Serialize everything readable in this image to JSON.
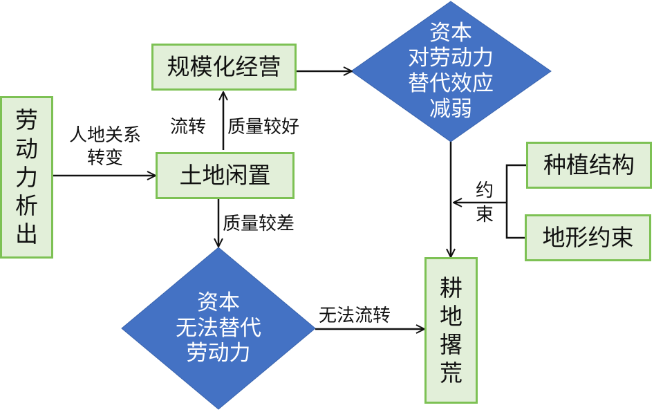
{
  "nodes": {
    "labor_outflow": {
      "label": "劳动力析出",
      "chars": [
        "劳",
        "动",
        "力",
        "析",
        "出"
      ]
    },
    "scale_operation": {
      "label": "规模化经营"
    },
    "land_idle": {
      "label": "土地闲置"
    },
    "capital_weakened": {
      "lines": [
        "资本",
        "对劳动力",
        "替代效应",
        "减弱"
      ]
    },
    "capital_cannot_replace": {
      "lines": [
        "资本",
        "无法替代",
        "劳动力"
      ]
    },
    "planting_structure": {
      "label": "种植结构"
    },
    "terrain_constraint": {
      "label": "地形约束"
    },
    "farmland_abandonment": {
      "label": "耕地撂荒",
      "chars": [
        "耕",
        "地",
        "撂",
        "荒"
      ]
    }
  },
  "edges": {
    "human_land_change": {
      "lines": [
        "人地关系",
        "转变"
      ]
    },
    "transfer": {
      "label": "流转"
    },
    "good_quality": {
      "label": "质量较好"
    },
    "poor_quality": {
      "label": "质量较差"
    },
    "cannot_transfer": {
      "label": "无法流转"
    },
    "constraint": {
      "chars": [
        "约",
        "束"
      ]
    }
  },
  "colors": {
    "box_fill": "#e2efd9",
    "box_border": "#7dc154",
    "diamond_fill": "#4472c4",
    "diamond_text": "#ffffff",
    "line": "#111111"
  }
}
